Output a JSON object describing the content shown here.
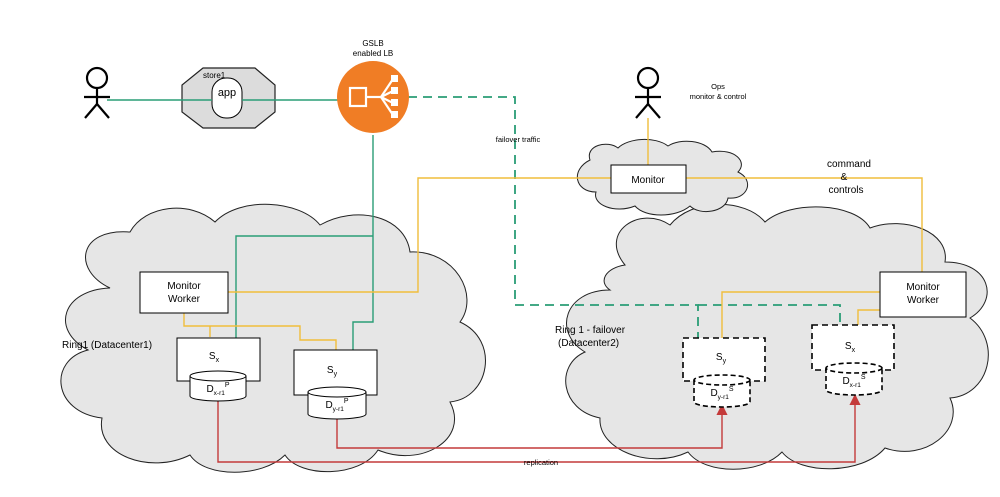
{
  "labels": {
    "store": "store1",
    "app": "app",
    "gslb": [
      "GSLB",
      "enabled LB"
    ],
    "ops": [
      "Ops",
      "monitor & control"
    ],
    "failover_traffic": "failover traffic",
    "command_controls": [
      "command",
      "&",
      "controls"
    ],
    "monitor": "Monitor",
    "monitor_worker": [
      "Monitor",
      "Worker"
    ],
    "ring1": "Ring1 (Datacenter1)",
    "ring1_failover": [
      "Ring 1 - failover",
      "(Datacenter2)"
    ],
    "sx": {
      "base": "S",
      "sub": "x"
    },
    "sy": {
      "base": "S",
      "sub": "y"
    },
    "dx_p": {
      "base": "D",
      "sub": "x-r1",
      "sup": "P"
    },
    "dy_p": {
      "base": "D",
      "sub": "y-r1",
      "sup": "P"
    },
    "dy_s": {
      "base": "D",
      "sub": "y-r1",
      "sup": "S"
    },
    "dx_s": {
      "base": "D",
      "sub": "x-r1",
      "sup": "S"
    },
    "replication": "replication"
  },
  "colors": {
    "traffic_line": "#2a9d76",
    "control_line": "#f0bd3c",
    "replication_line": "#c43a3a",
    "lb_orange": "#f07d25",
    "cloud_fill": "#e6e6e6"
  },
  "icons": {
    "user": "person-icon",
    "ops": "person-icon",
    "lb": "load-balancer-icon"
  }
}
